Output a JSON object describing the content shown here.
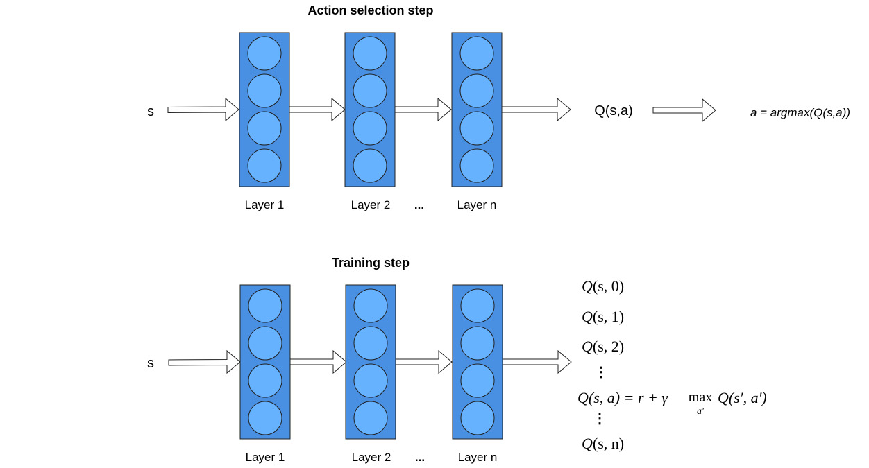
{
  "colors": {
    "layer_fill": "#4a90e2",
    "neuron_fill": "#66b2ff",
    "stroke": "#1f1f1f"
  },
  "action_step": {
    "title": "Action selection step",
    "input_label": "s",
    "output_label": "Q(s,a)",
    "result_label": "a = argmax(Q(s,a))",
    "layers": [
      "Layer 1",
      "Layer 2",
      "Layer n"
    ],
    "ellipsis": "..."
  },
  "training_step": {
    "title": "Training step",
    "input_label": "s",
    "layers": [
      "Layer 1",
      "Layer 2",
      "Layer n"
    ],
    "ellipsis": "...",
    "outputs": {
      "q0": {
        "left": "Q",
        "args": "(s, 0)"
      },
      "q1": {
        "left": "Q",
        "args": "(s, 1)"
      },
      "q2": {
        "left": "Q",
        "args": "(s, 2)"
      },
      "vdots_1": "⋮",
      "bellman": {
        "lhs": "Q(s, a) = r + γ",
        "max": "max",
        "sub": "a′",
        "rhs": "Q(s′, a′)"
      },
      "vdots_2": "⋮",
      "qn": {
        "left": "Q",
        "args": "(s, n)"
      }
    }
  }
}
